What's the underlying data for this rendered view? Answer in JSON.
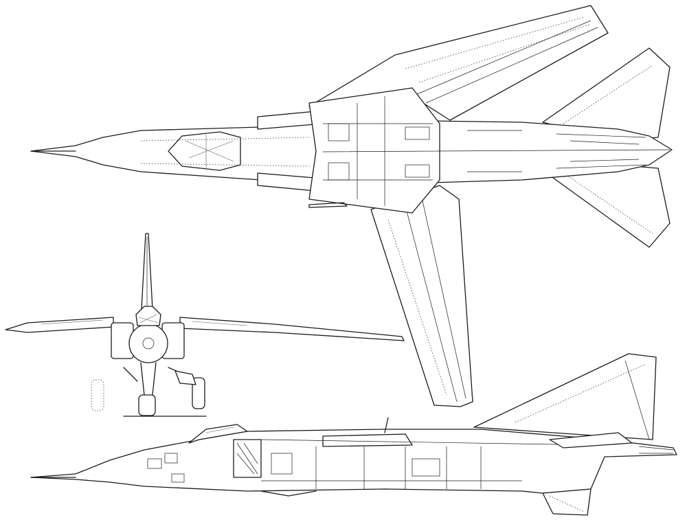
{
  "drawing": {
    "views": [
      "top-view",
      "front-view",
      "side-view"
    ]
  }
}
